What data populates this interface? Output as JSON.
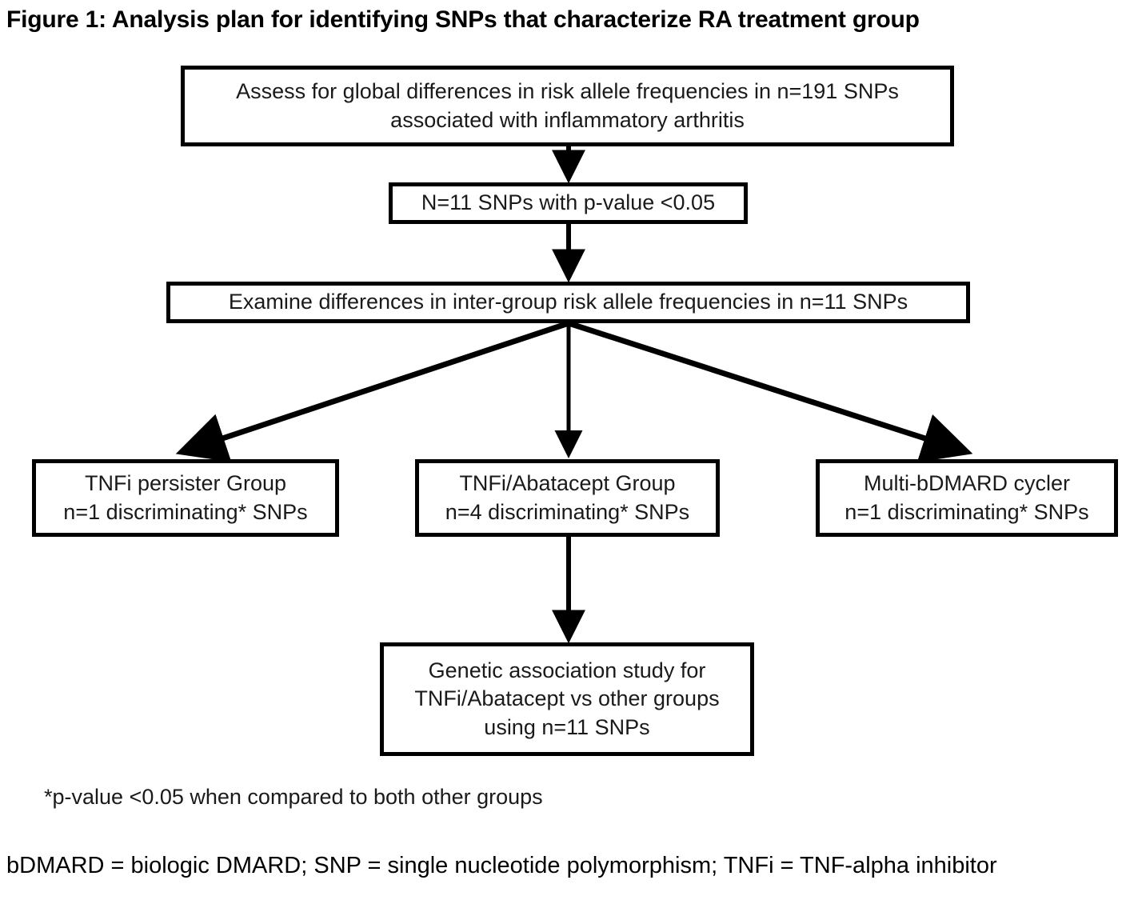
{
  "figure": {
    "title": "Figure 1: Analysis plan for identifying SNPs that characterize RA treatment group"
  },
  "chart_data": {
    "type": "diagram",
    "diagram_kind": "flowchart",
    "title": "Figure 1: Analysis plan for identifying SNPs that characterize RA treatment group",
    "nodes": [
      {
        "id": "global",
        "label": "Assess for global differences in risk allele frequencies in n=191 SNPs associated with inflammatory arthritis",
        "line1": "Assess for global differences in risk allele frequencies in n=191 SNPs",
        "line2": "associated with inflammatory arthritis",
        "level": 1
      },
      {
        "id": "nsnps",
        "label": "N=11 SNPs with p-value <0.05",
        "line1": "N=11 SNPs with p-value <0.05",
        "level": 2
      },
      {
        "id": "examine",
        "label": "Examine differences in inter-group risk allele frequencies in n=11 SNPs",
        "line1": "Examine differences in inter-group risk allele frequencies in n=11 SNPs",
        "level": 3
      },
      {
        "id": "tnfi-persister",
        "label": "TNFi persister Group n=1 discriminating* SNPs",
        "line1": "TNFi persister Group",
        "line2": "n=1 discriminating* SNPs",
        "level": 4
      },
      {
        "id": "tnfi-abatacept",
        "label": "TNFi/Abatacept Group n=4 discriminating* SNPs",
        "line1": "TNFi/Abatacept Group",
        "line2": "n=4 discriminating* SNPs",
        "level": 4
      },
      {
        "id": "multi-bdmard-cycler",
        "label": "Multi-bDMARD cycler n=1 discriminating* SNPs",
        "line1": "Multi-bDMARD cycler",
        "line2": "n=1 discriminating* SNPs",
        "level": 4
      },
      {
        "id": "genetic-association",
        "label": "Genetic association study for TNFi/Abatacept vs other groups using n=11 SNPs",
        "line1": "Genetic association study for",
        "line2": "TNFi/Abatacept vs other groups",
        "line3": "using n=11 SNPs",
        "level": 5
      }
    ],
    "edges": [
      {
        "from": "global",
        "to": "nsnps",
        "style": "straight-down-arrow"
      },
      {
        "from": "nsnps",
        "to": "examine",
        "style": "straight-down-arrow"
      },
      {
        "from": "examine",
        "to": "tnfi-persister",
        "style": "diagonal-left-arrow"
      },
      {
        "from": "examine",
        "to": "tnfi-abatacept",
        "style": "straight-down-arrow"
      },
      {
        "from": "examine",
        "to": "multi-bdmard-cycler",
        "style": "diagonal-right-arrow"
      },
      {
        "from": "tnfi-abatacept",
        "to": "genetic-association",
        "style": "straight-down-arrow"
      }
    ],
    "annotations": [
      "*p-value <0.05 when compared to both other groups"
    ],
    "colors": {
      "box_border": "#000000",
      "box_fill": "#ffffff",
      "text": "#1a1a1a",
      "arrow": "#000000",
      "background": "#ffffff"
    }
  },
  "footnote": {
    "star_note": "*p-value <0.05 when compared to both other groups"
  },
  "legend": {
    "abbreviations": "bDMARD = biologic DMARD; SNP = single nucleotide polymorphism; TNFi = TNF-alpha inhibitor"
  }
}
